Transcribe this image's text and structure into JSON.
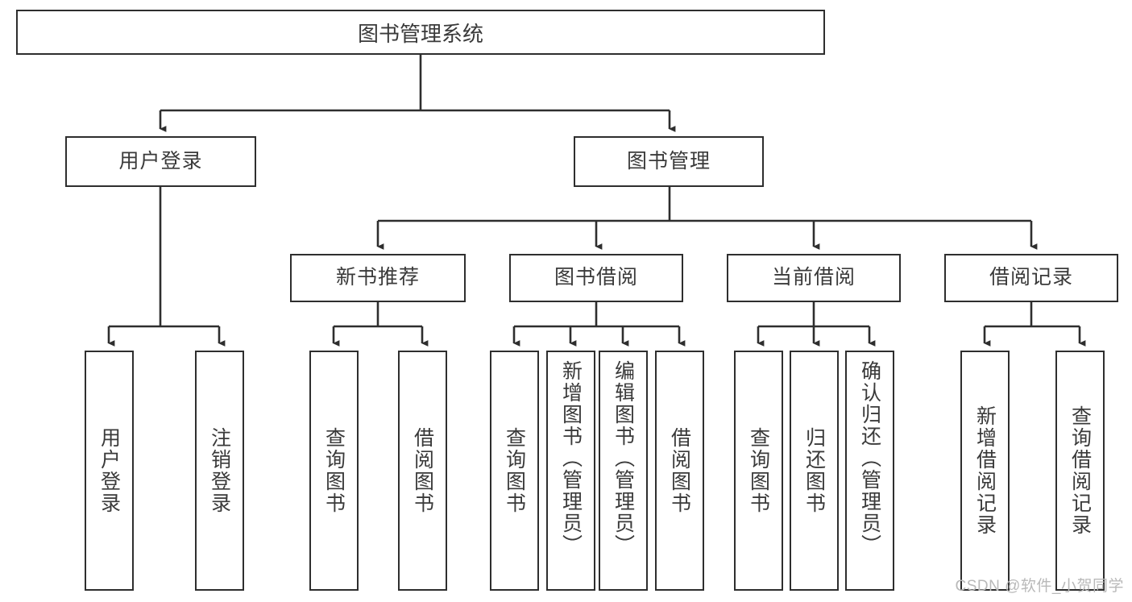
{
  "diagram": {
    "type": "tree-hierarchy",
    "title": "图书管理系统",
    "watermark": "CSDN @软件_小贺同学",
    "colors": {
      "box_border": "#2e2e2e",
      "box_fill": "#ffffff",
      "text": "#3a3a3a",
      "edge": "#2e2e2e",
      "watermark": "#b9b9b9"
    },
    "root": {
      "label": "图书管理系统"
    },
    "level2": [
      {
        "label": "用户登录"
      },
      {
        "label": "图书管理"
      }
    ],
    "level3": [
      {
        "label": "新书推荐"
      },
      {
        "label": "图书借阅"
      },
      {
        "label": "当前借阅"
      },
      {
        "label": "借阅记录"
      }
    ],
    "leaves": {
      "user_login": [
        {
          "label": "用户登录"
        },
        {
          "label": "注销登录"
        }
      ],
      "new_book_recommend": [
        {
          "label": "查询图书"
        },
        {
          "label": "借阅图书"
        }
      ],
      "book_borrow": [
        {
          "label": "查询图书"
        },
        {
          "label": "新增图书（管理员）"
        },
        {
          "label": "编辑图书（管理员）"
        },
        {
          "label": "借阅图书"
        }
      ],
      "current_borrow": [
        {
          "label": "查询图书"
        },
        {
          "label": "归还图书"
        },
        {
          "label": "确认归还（管理员）"
        }
      ],
      "borrow_record": [
        {
          "label": "新增借阅记录"
        },
        {
          "label": "查询借阅记录"
        }
      ]
    }
  }
}
